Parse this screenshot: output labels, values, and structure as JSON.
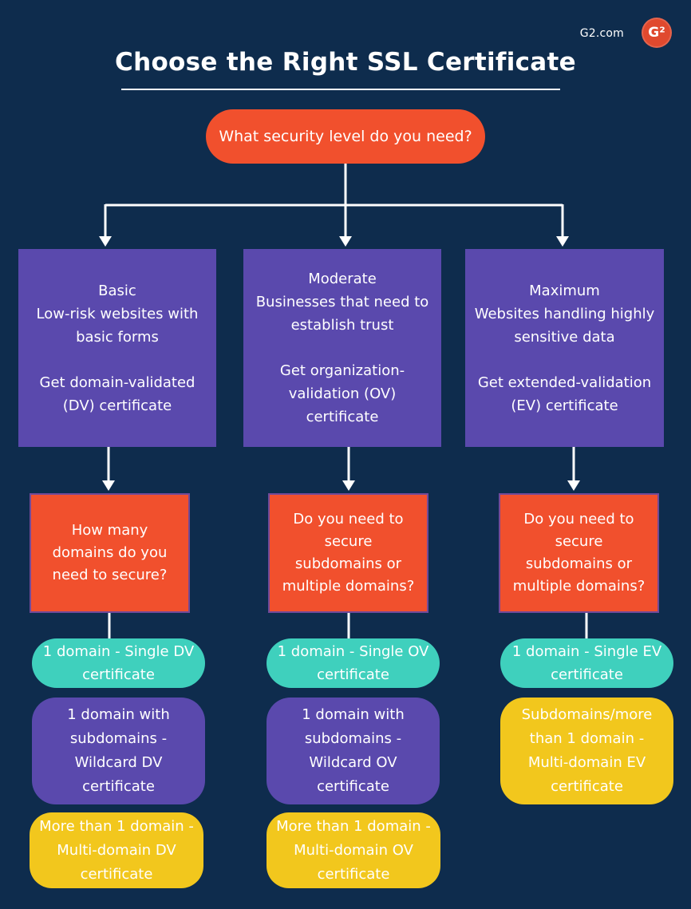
{
  "header": {
    "brand_label": "G2.com",
    "logo_text": "G²",
    "title": "Choose the Right SSL Certificate"
  },
  "flow": {
    "root_question": "What security level do you need?",
    "columns": [
      {
        "id": "basic",
        "level": "Basic",
        "description": "Low-risk websites with basic forms",
        "recommendation": "Get domain-validated (DV) certificate",
        "question": "How many domains do you need to secure?",
        "outcomes": [
          {
            "text": "1 domain - Single DV certificate",
            "color": "teal"
          },
          {
            "text": "1 domain with subdomains - Wildcard DV certificate",
            "color": "purple"
          },
          {
            "text": "More than 1 domain - Multi-domain DV certificate",
            "color": "yellow"
          }
        ]
      },
      {
        "id": "moderate",
        "level": "Moderate",
        "description": "Businesses that need to establish trust",
        "recommendation": "Get organization-validation (OV) certificate",
        "question": "Do you need to secure subdomains or multiple domains?",
        "outcomes": [
          {
            "text": "1 domain - Single OV certificate",
            "color": "teal"
          },
          {
            "text": "1 domain with subdomains - Wildcard OV certificate",
            "color": "purple"
          },
          {
            "text": "More than 1 domain - Multi-domain OV certificate",
            "color": "yellow"
          }
        ]
      },
      {
        "id": "maximum",
        "level": "Maximum",
        "description": "Websites handling highly sensitive data",
        "recommendation": "Get extended-validation (EV) certificate",
        "question": "Do you need to secure subdomains or multiple domains?",
        "outcomes": [
          {
            "text": "1 domain - Single EV certificate",
            "color": "teal"
          },
          {
            "text": "Subdomains/more than 1 domain - Multi-domain EV certificate",
            "color": "yellow"
          }
        ]
      }
    ]
  },
  "palette": {
    "background": "#0e2c4d",
    "orange": "#f1502d",
    "purple": "#5a49ad",
    "teal": "#3fd0bd",
    "yellow": "#f2c71d",
    "text": "#ffffff"
  }
}
